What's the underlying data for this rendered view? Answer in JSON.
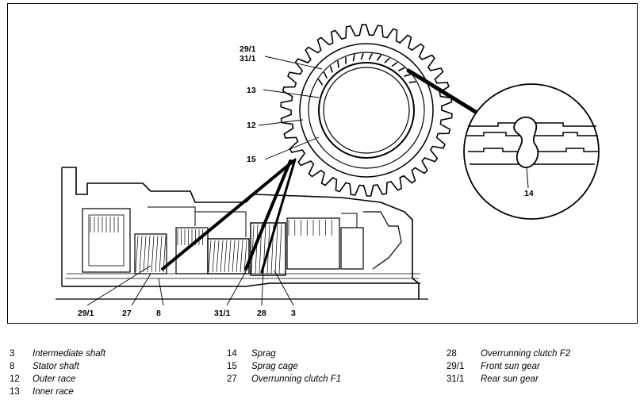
{
  "callouts": {
    "c29_1_top": "29/1",
    "c31_1_top": "31/1",
    "c13": "13",
    "c12": "12",
    "c15": "15",
    "c14": "14",
    "c29_1_bottom": "29/1",
    "c27": "27",
    "c8": "8",
    "c31_1_bottom": "31/1",
    "c28": "28",
    "c3": "3"
  },
  "legend": {
    "col1": [
      {
        "num": "3",
        "text": "Intermediate shaft"
      },
      {
        "num": "8",
        "text": "Stator shaft"
      },
      {
        "num": "12",
        "text": "Outer race"
      },
      {
        "num": "13",
        "text": "Inner race"
      }
    ],
    "col2": [
      {
        "num": "14",
        "text": "Sprag"
      },
      {
        "num": "15",
        "text": "Sprag cage"
      },
      {
        "num": "27",
        "text": "Overrunning clutch F1"
      }
    ],
    "col3": [
      {
        "num": "28",
        "text": "Overrunning clutch F2"
      },
      {
        "num": "29/1",
        "text": "Front sun gear"
      },
      {
        "num": "31/1",
        "text": "Rear sun gear"
      }
    ]
  }
}
